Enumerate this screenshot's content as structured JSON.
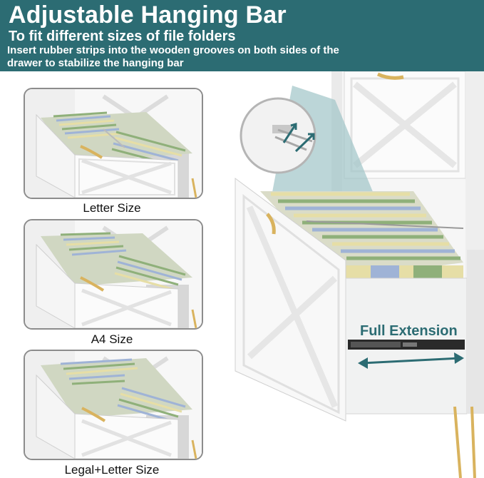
{
  "header": {
    "title": "Adjustable Hanging Bar",
    "subtitle": "To fit different sizes of file folders",
    "description": "Insert rubber strips into the wooden grooves on both sides of the drawer to stabilize the hanging bar"
  },
  "panels": [
    {
      "caption": "Letter Size"
    },
    {
      "caption": "A4 Size"
    },
    {
      "caption": "Legal+Letter Size"
    }
  ],
  "main": {
    "extension_label": "Full Extension"
  },
  "colors": {
    "teal": "#2c6c73",
    "cabinet": "#f4f4f4",
    "gold": "#d9b35e",
    "folder_green": "#8fb07a",
    "folder_blue": "#9fb3d6",
    "folder_yellow": "#e6dea6"
  }
}
